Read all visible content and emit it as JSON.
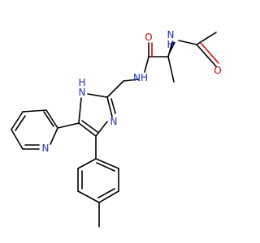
{
  "molecule": {
    "colors": {
      "carbon_bond": "#000000",
      "nitrogen": "#2030c8",
      "oxygen": "#e00000",
      "background": "#ffffff"
    },
    "atom_labels": {
      "imidazole_nh": "H\nN",
      "amide_nh_linker": "NH",
      "amide_nh_acetyl": "N\nH",
      "imidazole_n": "N",
      "pyridine_n": "N",
      "carbonyl_o_alanine": "O",
      "carbonyl_o_acetyl": "O"
    }
  }
}
